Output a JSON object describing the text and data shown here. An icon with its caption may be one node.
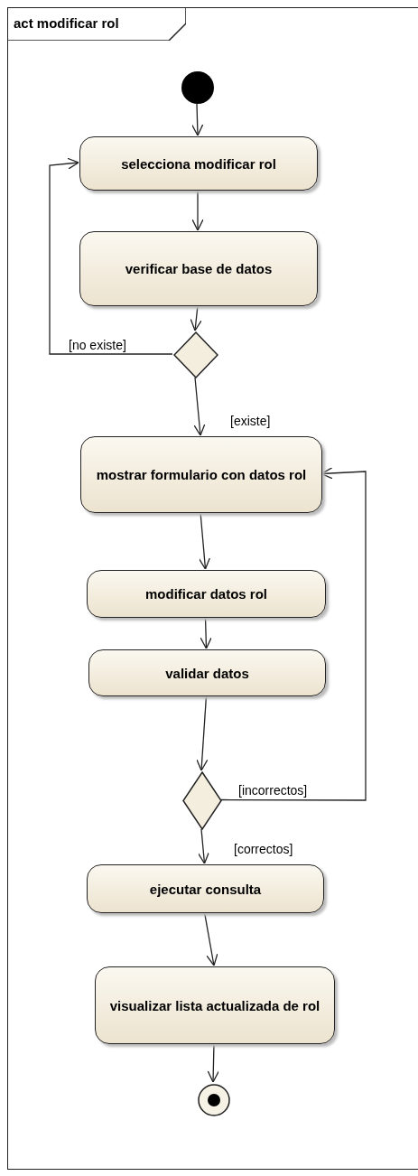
{
  "diagram": {
    "nodes": [
      {
        "text": [
          "act modificar rol"
        ]
      },
      {
        "text": [],
        "shape": "circle",
        "in": 0
      },
      {
        "text": [
          "selecciona modificar rol"
        ],
        "in": 0
      },
      {
        "text": [
          "verificar base de datos"
        ],
        "in": 0
      },
      {
        "text": [],
        "shape": "diamond",
        "in": 0
      },
      {
        "text": [
          "mostrar formulario con datos rol"
        ],
        "in": 0
      },
      {
        "text": [
          "modificar datos rol"
        ],
        "in": 0
      },
      {
        "text": [
          "validar datos"
        ],
        "in": 0
      },
      {
        "text": [],
        "shape": "diamond",
        "in": 0
      },
      {
        "text": [
          "ejecutar consulta"
        ],
        "in": 0
      },
      {
        "text": [
          "visualizar lista actualizada de rol"
        ],
        "in": 0
      },
      {
        "text": [],
        "shape": "circle",
        "in": 0
      }
    ],
    "edges": [
      {
        "from": 1,
        "to": 2,
        "arrow": "to"
      },
      {
        "from": 2,
        "to": 3,
        "arrow": "to"
      },
      {
        "from": 3,
        "to": 4,
        "arrow": "to"
      },
      {
        "from": 4,
        "to": 2,
        "arrow": "to",
        "label": "[no existe]"
      },
      {
        "from": 4,
        "to": 5,
        "arrow": "to",
        "label": "[existe]"
      },
      {
        "from": 5,
        "to": 6,
        "arrow": "to"
      },
      {
        "from": 6,
        "to": 7,
        "arrow": "to"
      },
      {
        "from": 7,
        "to": 8,
        "arrow": "to"
      },
      {
        "from": 8,
        "to": 5,
        "arrow": "to",
        "label": "[incorrectos]"
      },
      {
        "from": 8,
        "to": 9,
        "arrow": "to",
        "label": "[correctos]"
      },
      {
        "from": 9,
        "to": 10,
        "arrow": "to"
      },
      {
        "from": 10,
        "to": 11,
        "arrow": "to"
      }
    ]
  }
}
